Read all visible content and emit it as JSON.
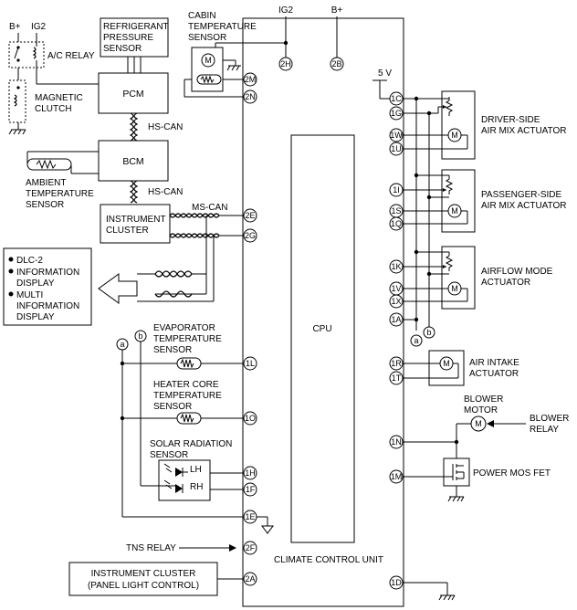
{
  "supply": {
    "bplus_left": "B+",
    "ig2_left": "IG2",
    "ig2_top": "IG2",
    "bplus_top": "B+",
    "five_volt": "5 V"
  },
  "components": {
    "ac_relay": "A/C RELAY",
    "magnetic_clutch": [
      "MAGNETIC",
      "CLUTCH"
    ],
    "refrigerant_sensor": [
      "REFRIGERANT",
      "PRESSURE",
      "SENSOR"
    ],
    "pcm": "PCM",
    "bcm": "BCM",
    "ambient_sensor": [
      "AMBIENT",
      "TEMPERATURE",
      "SENSOR"
    ],
    "instrument_cluster": [
      "INSTRUMENT",
      "CLUSTER"
    ],
    "cabin_sensor": [
      "CABIN",
      "TEMPERATURE",
      "SENSOR"
    ],
    "dlc": [
      "DLC-2",
      "INFORMATION",
      "DISPLAY",
      "MULTI",
      "INFORMATION",
      "DISPLAY"
    ],
    "evaporator_sensor": [
      "EVAPORATOR",
      "TEMPERATURE",
      "SENSOR"
    ],
    "heater_core_sensor": [
      "HEATER CORE",
      "TEMPERATURE",
      "SENSOR"
    ],
    "solar_sensor": [
      "SOLAR RADIATION",
      "SENSOR"
    ],
    "solar_lh": "LH",
    "solar_rh": "RH",
    "tns_relay": "TNS RELAY",
    "panel_cluster": [
      "INSTRUMENT CLUSTER",
      "(PANEL LIGHT CONTROL)"
    ],
    "cpu": "CPU",
    "ccu": "CLIMATE CONTROL UNIT",
    "driver_actuator": [
      "DRIVER-SIDE",
      "AIR MIX ACTUATOR"
    ],
    "passenger_actuator": [
      "PASSENGER-SIDE",
      "AIR MIX ACTUATOR"
    ],
    "airflow_actuator": [
      "AIRFLOW MODE",
      "ACTUATOR"
    ],
    "air_intake_actuator": [
      "AIR INTAKE",
      "ACTUATOR"
    ],
    "blower_motor": [
      "BLOWER",
      "MOTOR"
    ],
    "blower_relay": [
      "BLOWER",
      "RELAY"
    ],
    "power_mos": "POWER MOS FET"
  },
  "bus": {
    "hs_can_1": "HS-CAN",
    "hs_can_2": "HS-CAN",
    "ms_can": "MS-CAN"
  },
  "symbols": {
    "motor": "M",
    "a": "a",
    "b": "b"
  },
  "terminals_left": {
    "t2H": "2H",
    "t2B": "2B",
    "t2M": "2M",
    "t2N": "2N",
    "t2E": "2E",
    "t2G": "2G",
    "t1L": "1L",
    "t1O": "1O",
    "t1H": "1H",
    "t1F": "1F",
    "t1E": "1E",
    "t2F": "2F",
    "t2A": "2A"
  },
  "terminals_right": {
    "t1C": "1C",
    "t1G": "1G",
    "t1W": "1W",
    "t1U": "1U",
    "t1I": "1I",
    "t1S": "1S",
    "t1Q": "1Q",
    "t1K": "1K",
    "t1V": "1V",
    "t1X": "1X",
    "t1A": "1A",
    "t1R": "1R",
    "t1T": "1T",
    "t1N": "1N",
    "t1M": "1M",
    "t1D": "1D"
  }
}
